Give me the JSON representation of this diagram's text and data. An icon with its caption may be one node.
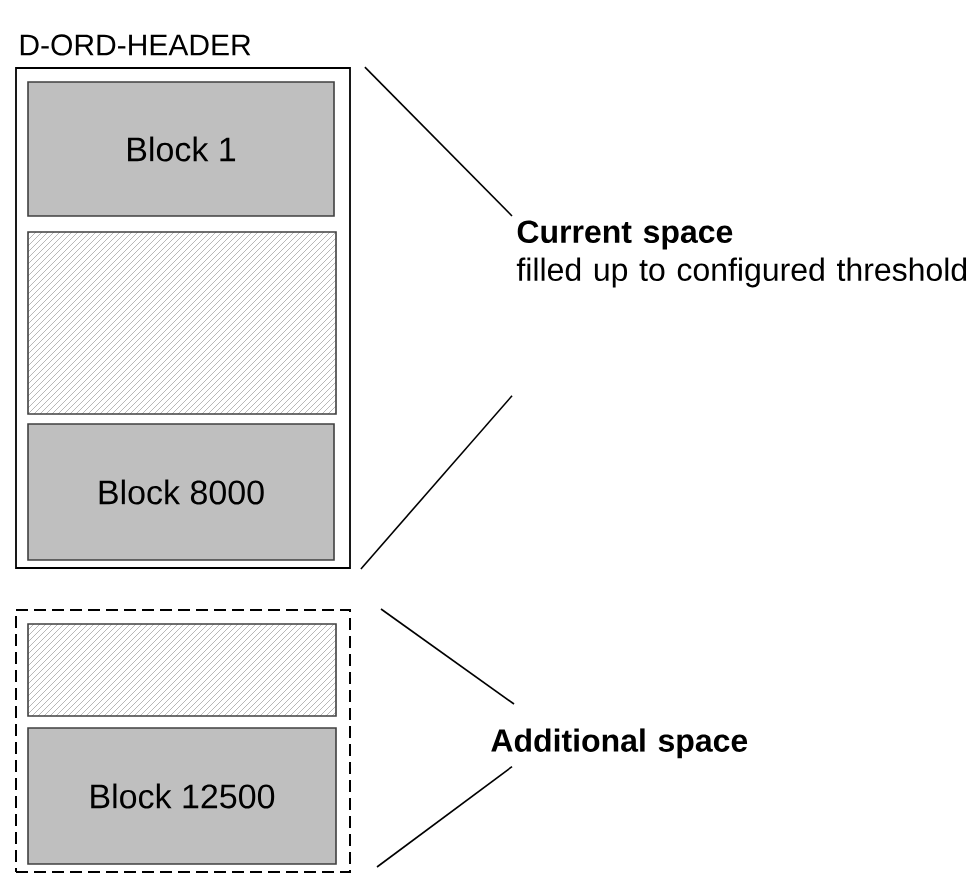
{
  "diagram": {
    "nodes": [
      {
        "text": [
          "D-ORD-HEADER"
        ]
      },
      {
        "text": [
          "Block 1"
        ],
        "in": 0
      },
      {
        "text": [],
        "shape": "box",
        "in": 0
      },
      {
        "text": [
          "Block 8000"
        ],
        "in": 0
      },
      {
        "text": [
          "Current space",
          "filled up to configured threshold"
        ]
      },
      {
        "text": [],
        "shape": "box"
      },
      {
        "text": [],
        "shape": "box",
        "in": 5
      },
      {
        "text": [
          "Block 12500"
        ],
        "in": 5
      },
      {
        "text": [
          "Additional space"
        ]
      }
    ],
    "edges": [
      {
        "from": 4,
        "to": 0,
        "arrow": "none"
      },
      {
        "from": 4,
        "to": 0,
        "arrow": "none"
      },
      {
        "from": 8,
        "to": 5,
        "arrow": "none"
      },
      {
        "from": 8,
        "to": 5,
        "arrow": "none"
      }
    ]
  }
}
